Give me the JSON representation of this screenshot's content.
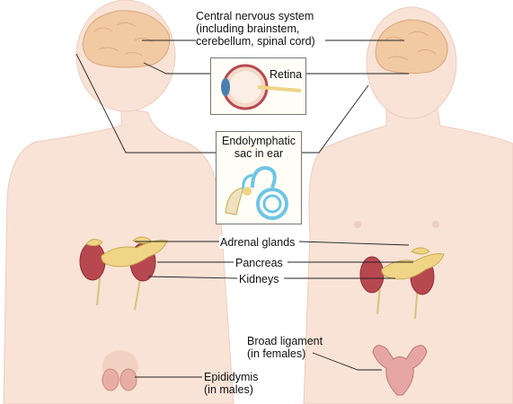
{
  "labels": {
    "cns_line1": "Central nervous system",
    "cns_line2": "(including brainstem,",
    "cns_line3": "cerebellum, spinal cord)",
    "retina": "Retina",
    "endo_line1": "Endolymphatic",
    "endo_line2": "sac in ear",
    "adrenal": "Adrenal glands",
    "pancreas": "Pancreas",
    "kidneys": "Kidneys",
    "broad_line1": "Broad ligament",
    "broad_line2": "(in females)",
    "epi_line1": "Epididymis",
    "epi_line2": "(in males)"
  },
  "colors": {
    "skin": "#f8e3d6",
    "skin_shadow": "#efcdbd",
    "brain": "#f1c9a3",
    "kidney": "#b8484f",
    "pancreas": "#f0d586",
    "nerve": "#d9c27a",
    "leader_line": "#222222",
    "uterus": "#e6a7a4",
    "ear_blue": "#6ec5e6"
  }
}
